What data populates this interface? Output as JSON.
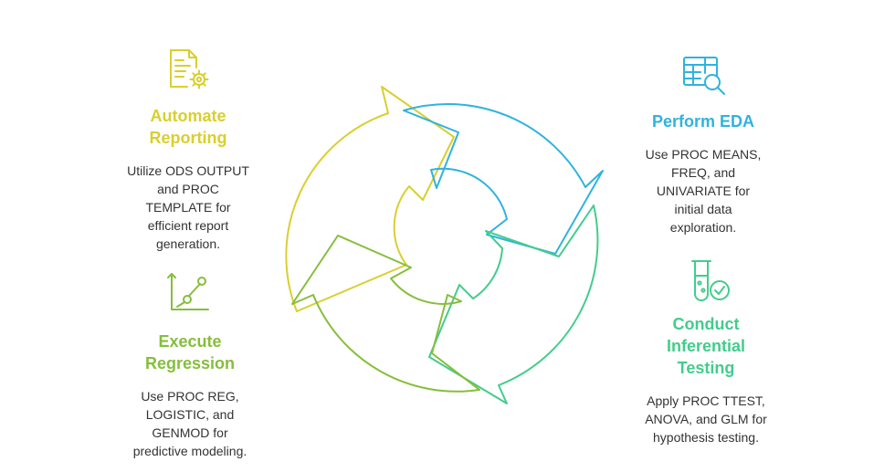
{
  "colors": {
    "yellow": "#D9CF2F",
    "blue": "#2FB3DE",
    "green": "#43CC8D",
    "lime": "#86BE3C",
    "text": "#333333"
  },
  "steps": {
    "automate": {
      "title": "Automate\nReporting",
      "desc": "Utilize ODS OUTPUT\nand PROC\nTEMPLATE for\nefficient report\ngeneration.",
      "icon": "document-gear-icon"
    },
    "eda": {
      "title": "Perform EDA",
      "desc": "Use PROC MEANS,\nFREQ, and\nUNIVARIATE for\ninitial data\nexploration.",
      "icon": "table-search-icon"
    },
    "regression": {
      "title": "Execute\nRegression",
      "desc": "Use PROC REG,\nLOGISTIC, and\nGENMOD for\npredictive modeling.",
      "icon": "line-chart-icon"
    },
    "inferential": {
      "title": "Conduct\nInferential\nTesting",
      "desc": "Apply PROC TTEST,\nANOVA, and GLM for\nhypothesis testing.",
      "icon": "test-tube-check-icon"
    }
  }
}
